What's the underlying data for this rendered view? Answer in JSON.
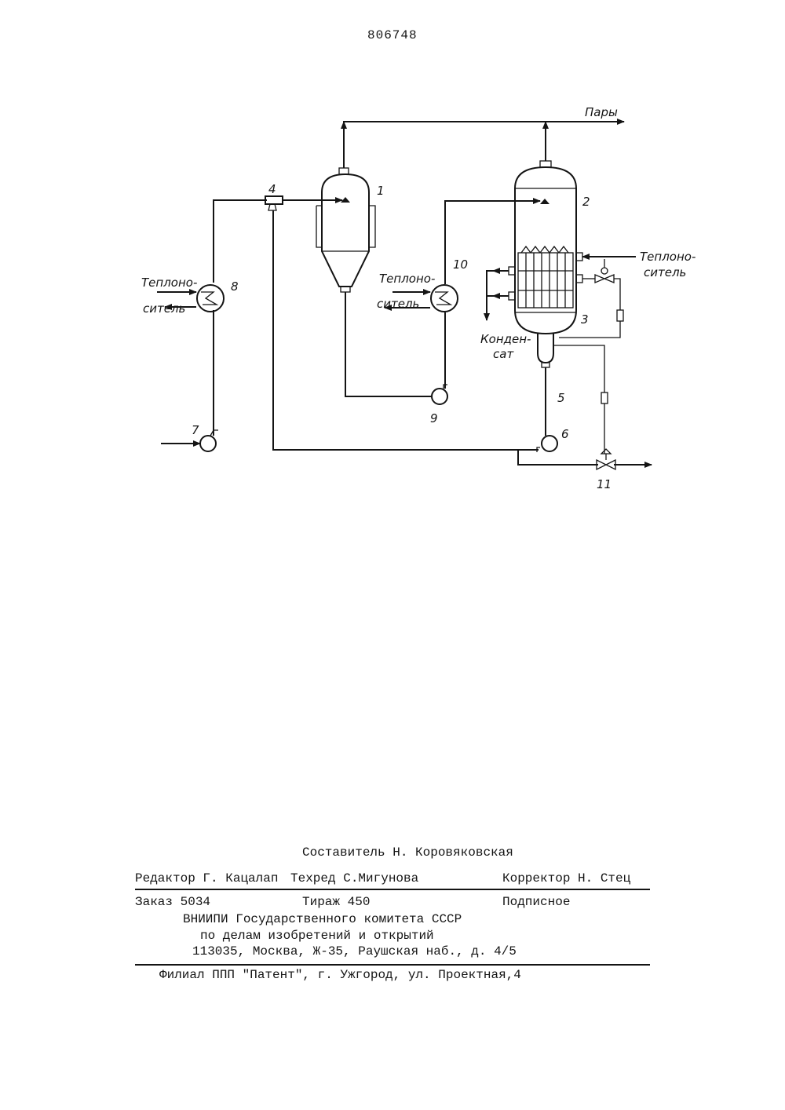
{
  "header": {
    "patent_number": "806748"
  },
  "diagram": {
    "labels": {
      "vapors": "Пары",
      "coolant_left_1": "Теплоно-",
      "coolant_left_2": "ситель",
      "coolant_mid_1": "Теплоно-",
      "coolant_mid_2": "ситель",
      "coolant_right_1": "Теплоно-",
      "coolant_right_2": "ситель",
      "condensate_1": "Конден-",
      "condensate_2": "сат"
    },
    "numbers": {
      "n1": "1",
      "n2": "2",
      "n3": "3",
      "n4": "4",
      "n5": "5",
      "n6": "6",
      "n7": "7",
      "n8": "8",
      "n9": "9",
      "n10": "10",
      "n11": "11"
    }
  },
  "imprint": {
    "compiler": "Составитель Н. Коровяковская",
    "editor": "Редактор Г. Кацалап",
    "techred": "Техред С.Мигунова",
    "corrector": "Корректор Н. Стец",
    "order": "Заказ 5034",
    "circulation": "Тираж 450",
    "subscription": "Подписное",
    "org_1": "ВНИИПИ Государственного комитета СССР",
    "org_2": "по делам изобретений и открытий",
    "address": "113035, Москва, Ж-35, Раушская наб., д. 4/5",
    "branch": "Филиал ППП \"Патент\", г. Ужгород, ул. Проектная,4"
  }
}
